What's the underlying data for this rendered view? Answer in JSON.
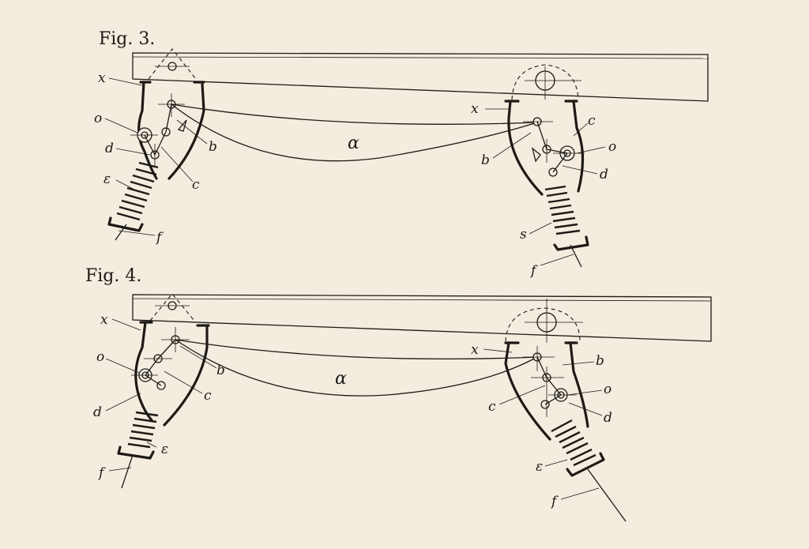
{
  "figures": [
    {
      "title": "Fig. 3.",
      "left_labels": {
        "x": "x",
        "o": "o",
        "d": "d",
        "e": "ε",
        "f": "f",
        "b": "b",
        "c": "c"
      },
      "center_label": "α",
      "right_labels": {
        "x": "x",
        "b": "b",
        "c": "c",
        "o": "o",
        "d": "d",
        "s": "s",
        "f": "f"
      }
    },
    {
      "title": "Fig. 4.",
      "left_labels": {
        "x": "x",
        "o": "o",
        "d": "d",
        "f": "f",
        "b": "b",
        "c": "c",
        "e": "ε"
      },
      "center_label": "α",
      "right_labels": {
        "x": "x",
        "b": "b",
        "o": "o",
        "c": "c",
        "d": "d",
        "e": "ε",
        "f": "f"
      }
    }
  ],
  "colors": {
    "paper": "#f3ecdf",
    "ink": "#1d1a16"
  }
}
